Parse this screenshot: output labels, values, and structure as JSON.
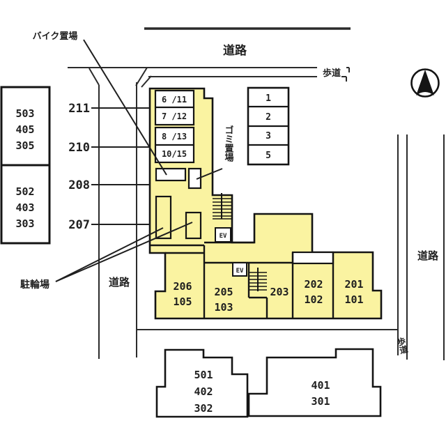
{
  "colors": {
    "building_fill": "#FAF3A1",
    "outline": "#141414",
    "boundary_line": "#2b2b2b",
    "text": "#1f1f1f",
    "white": "#ffffff"
  },
  "labels": {
    "road_top": "道路",
    "sidewalk_top": "歩道",
    "road_left": "道路",
    "road_right": "道路",
    "sidewalk_right": "歩道",
    "bike_storage": "バイク置場",
    "bicycle_parking": "駐輪場",
    "garbage_area": "ゴミ置場",
    "elevator": "EV"
  },
  "left_parking_boxes": [
    {
      "units": [
        "503",
        "405",
        "305"
      ]
    },
    {
      "units": [
        "502",
        "403",
        "303"
      ]
    }
  ],
  "row_markers": [
    "211",
    "210",
    "208",
    "207"
  ],
  "parking_column": [
    "1",
    "2",
    "3",
    "5"
  ],
  "tower_cells": [
    "6 /11",
    "7 /12",
    "8 /13",
    "10/15"
  ],
  "lower_units": [
    [
      "206",
      "105"
    ],
    [
      "205",
      "103"
    ],
    [
      "203",
      ""
    ],
    [
      "202",
      "102"
    ],
    [
      "201",
      "101"
    ]
  ],
  "south_buildings": [
    {
      "units": [
        "501",
        "402",
        "302"
      ]
    },
    {
      "units": [
        "401",
        "301"
      ]
    }
  ],
  "compass": "north-arrow"
}
